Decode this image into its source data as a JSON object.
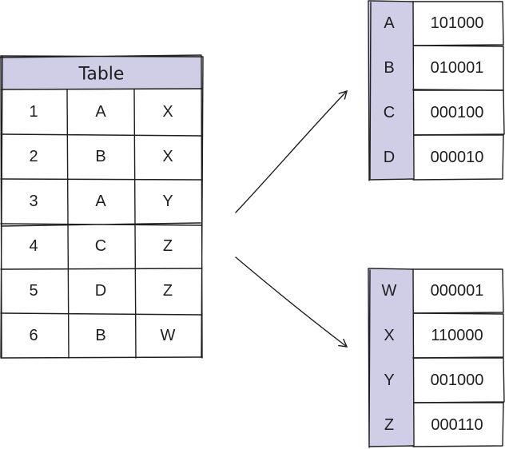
{
  "table": {
    "title": "Table",
    "rows": [
      [
        "1",
        "A",
        "X"
      ],
      [
        "2",
        "B",
        "X"
      ],
      [
        "3",
        "A",
        "Y"
      ],
      [
        "4",
        "C",
        "Z"
      ],
      [
        "5",
        "D",
        "Z"
      ],
      [
        "6",
        "B",
        "W"
      ]
    ]
  },
  "index_top": {
    "entries": [
      {
        "key": "A",
        "code": "101000"
      },
      {
        "key": "B",
        "code": "010001"
      },
      {
        "key": "C",
        "code": "000100"
      },
      {
        "key": "D",
        "code": "000010"
      }
    ]
  },
  "index_bottom": {
    "entries": [
      {
        "key": "W",
        "code": "000001"
      },
      {
        "key": "X",
        "code": "110000"
      },
      {
        "key": "Y",
        "code": "001000"
      },
      {
        "key": "Z",
        "code": "000110"
      }
    ]
  },
  "colors": {
    "accent": "#d0cde6",
    "stroke": "#1e1e1e"
  }
}
